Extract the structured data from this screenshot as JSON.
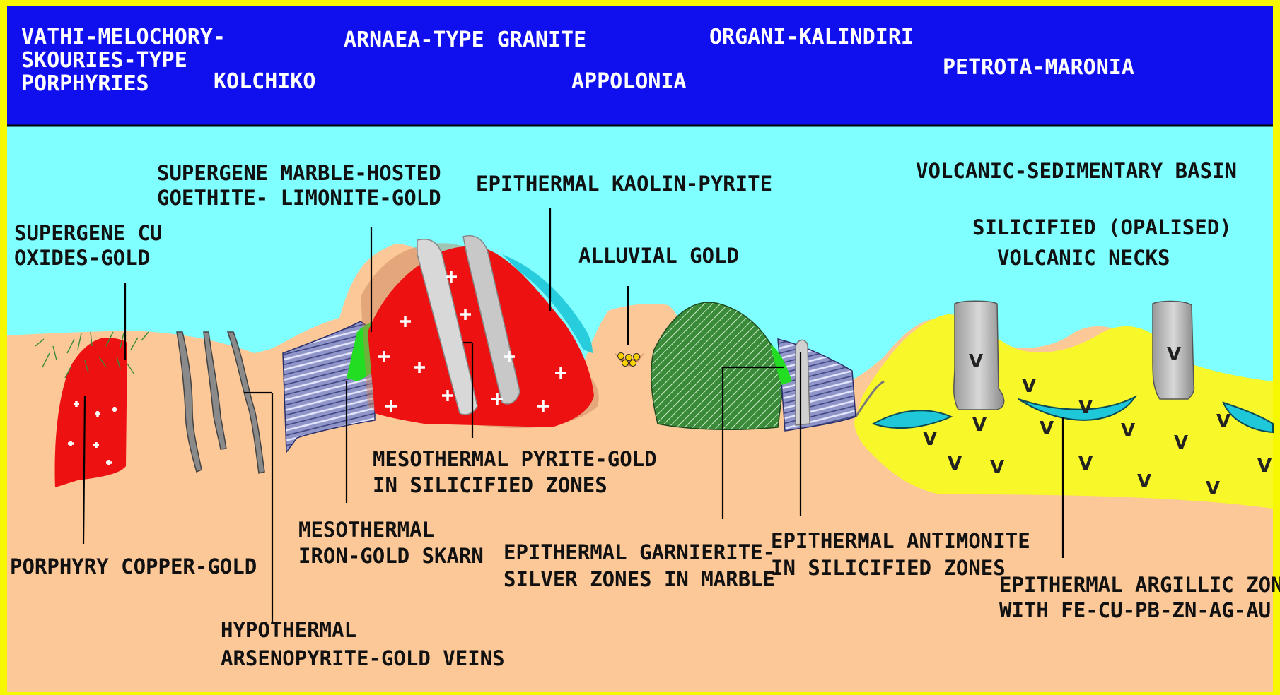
{
  "colors": {
    "frame": "#f7f700",
    "header": "#1010ee",
    "sky": "#7fffff",
    "ground": "#fcc898",
    "granite": "#ee1111",
    "volcanic": "#f7f72a",
    "marble": "#8f95c8",
    "skarn": "#22dd22",
    "serpentinite": "#3a8a3a",
    "argillic": "#1ec8d8",
    "neck": "#b8b8b8"
  },
  "header": {
    "line1": "VATHI-MELOCHORY-",
    "line2": "SKOURIES-TYPE",
    "line3": "PORPHYRIES",
    "kolchiko": "KOLCHIKO",
    "arnaea": "ARNAEA-TYPE GRANITE",
    "appolonia": "APPOLONIA",
    "organi": "ORGANI-KALINDIRI",
    "petrota": "PETROTA-MARONIA"
  },
  "labels": {
    "supergene_cu_1": "SUPERGENE CU",
    "supergene_cu_2": "OXIDES-GOLD",
    "marble_hosted_1": "SUPERGENE MARBLE-HOSTED",
    "marble_hosted_2": "GOETHITE- LIMONITE-GOLD",
    "kaolin": "EPITHERMAL KAOLIN-PYRITE",
    "alluvial": "ALLUVIAL GOLD",
    "basin": "VOLCANIC-SEDIMENTARY BASIN",
    "necks_1": "SILICIFIED (OPALISED)",
    "necks_2": "VOLCANIC NECKS",
    "meso_pyrite_1": "MESOTHERMAL PYRITE-GOLD",
    "meso_pyrite_2": "IN SILICIFIED ZONES",
    "meso_skarn_1": "MESOTHERMAL",
    "meso_skarn_2": "IRON-GOLD SKARN",
    "porphyry": "PORPHYRY COPPER-GOLD",
    "hypo_1": "HYPOTHERMAL",
    "hypo_2": "ARSENOPYRITE-GOLD VEINS",
    "garnierite_1": "EPITHERMAL GARNIERITE-",
    "garnierite_2": "SILVER ZONES IN MARBLE",
    "antimonite_1": "EPITHERMAL ANTIMONITE",
    "antimonite_2": "IN SILICIFIED ZONES",
    "argillic_1": "EPITHERMAL ARGILLIC ZONES",
    "argillic_2": "WITH FE-CU-PB-ZN-AG-AU"
  },
  "symbols": {
    "volcanic_mark": "V"
  }
}
